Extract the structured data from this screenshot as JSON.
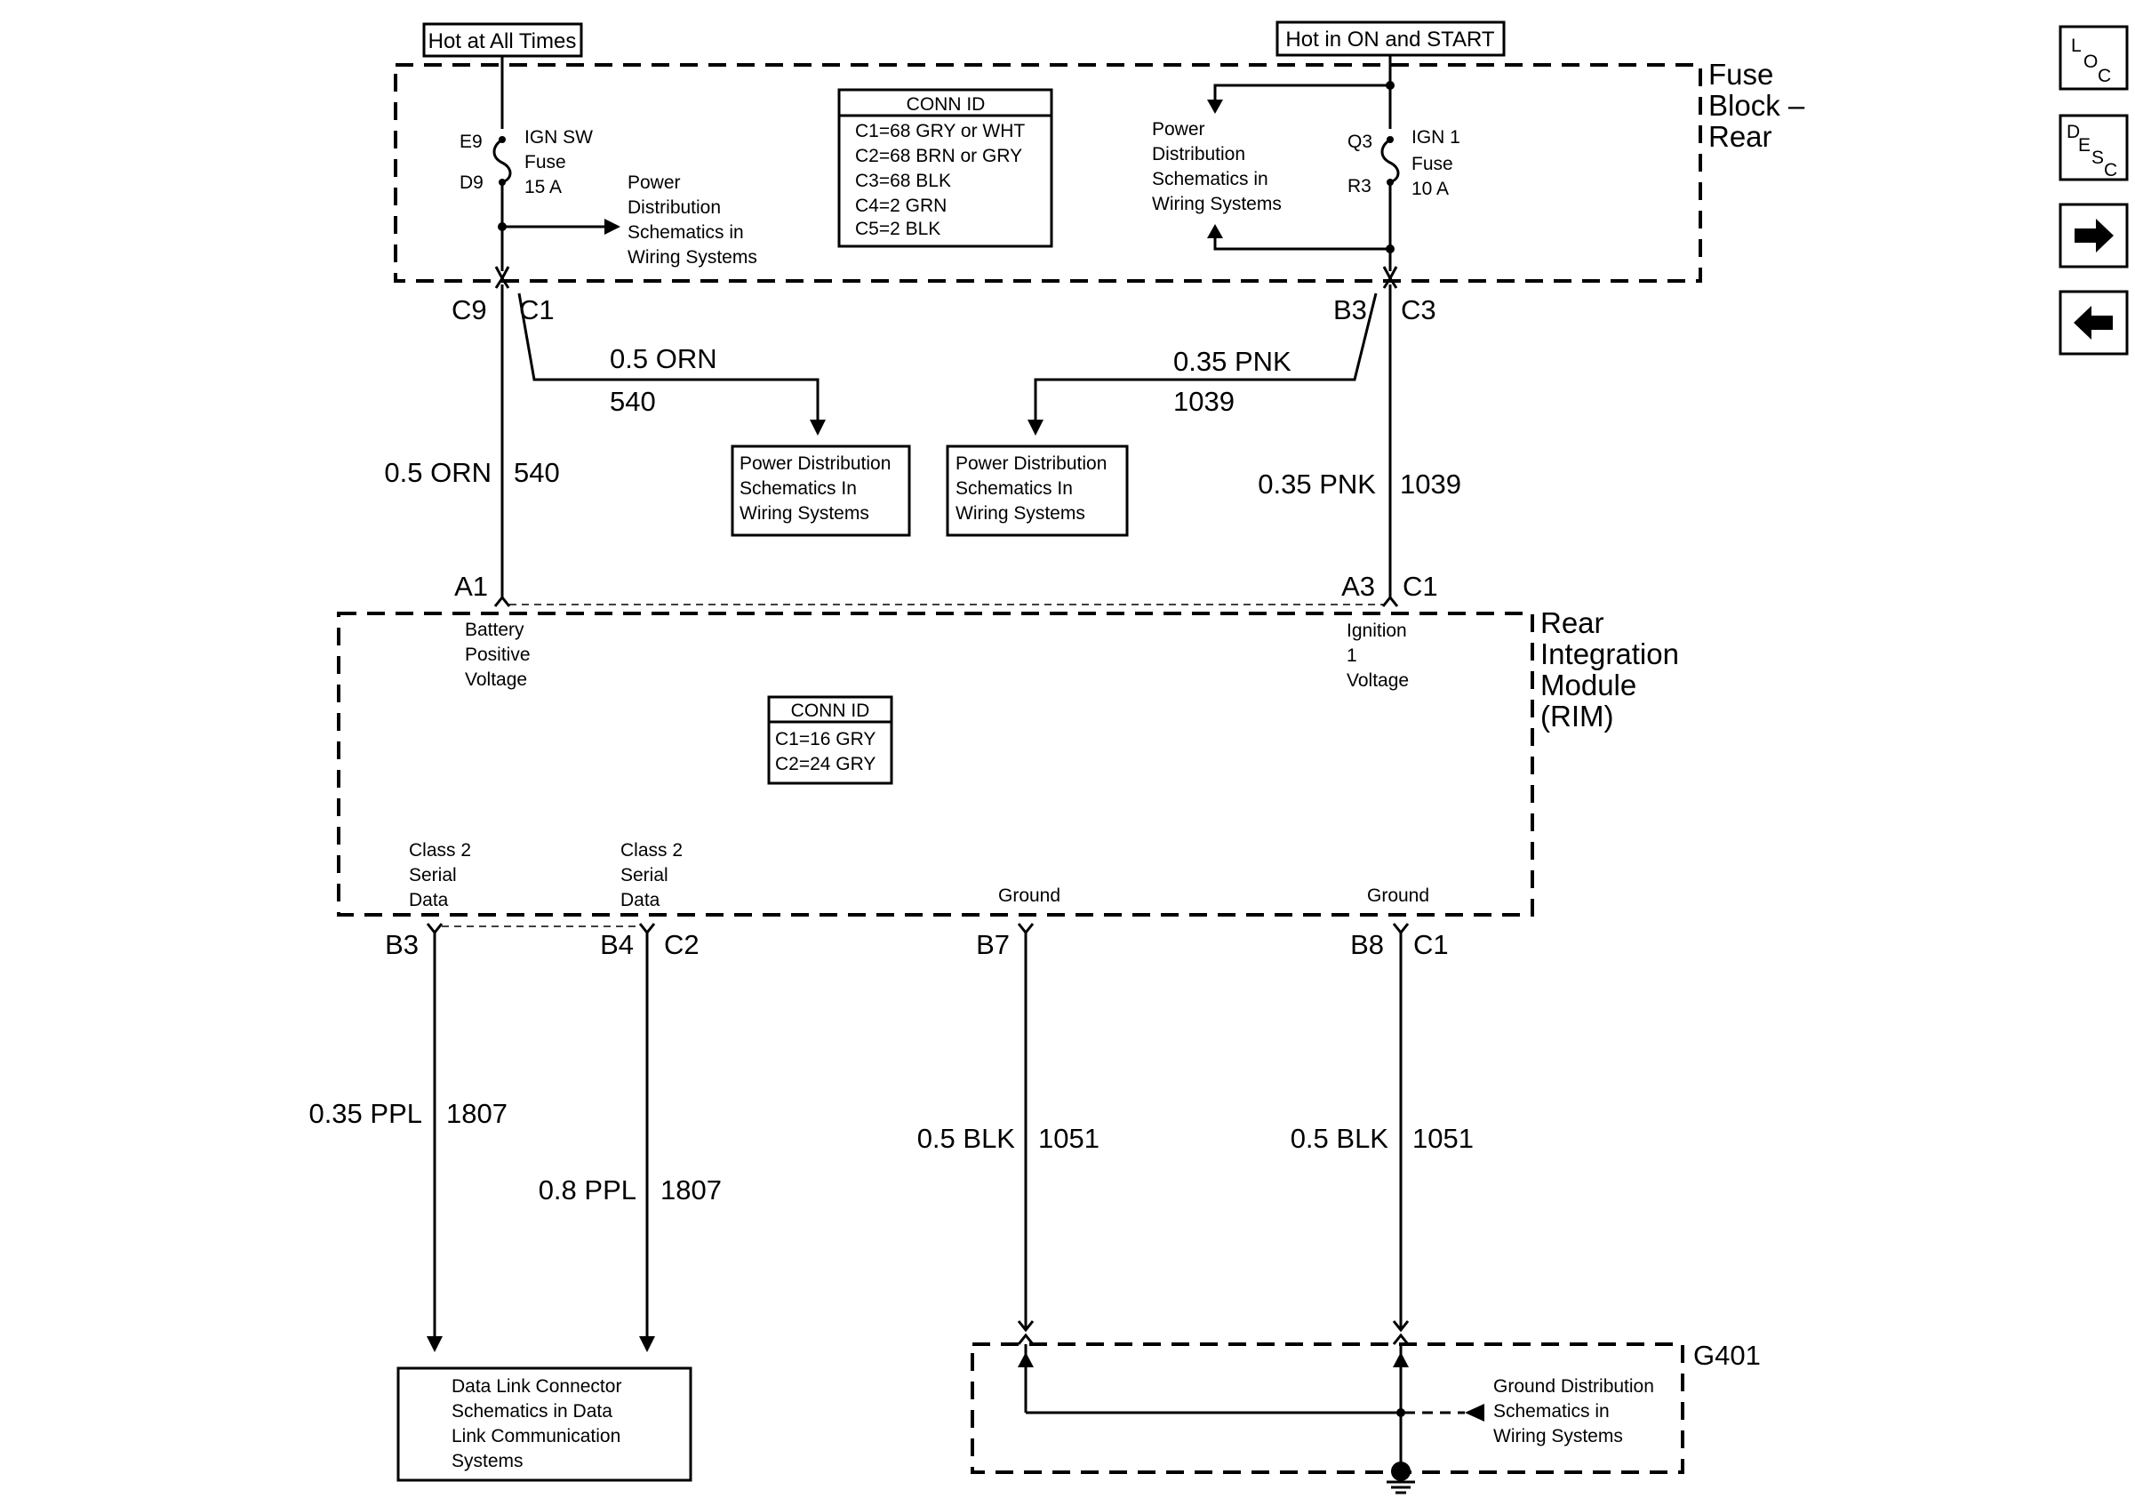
{
  "sources": {
    "hot_at_all_times": "Hot at All Times",
    "hot_in_on_start": "Hot in ON and START"
  },
  "fuse_block": {
    "name_line1": "Fuse",
    "name_line2": "Block –",
    "name_line3": "Rear",
    "fuse_left": {
      "pin_top": "E9",
      "pin_bottom": "D9",
      "name_line1": "IGN SW",
      "name_line2": "Fuse",
      "name_line3": "15 A"
    },
    "fuse_right": {
      "pin_top": "Q3",
      "pin_bottom": "R3",
      "name_line1": "IGN 1",
      "name_line2": "Fuse",
      "name_line3": "10 A"
    },
    "branch_left_ref": [
      "Power",
      "Distribution",
      "Schematics in",
      "Wiring Systems"
    ],
    "branch_right_ref": [
      "Power",
      "Distribution",
      "Schematics in",
      "Wiring Systems"
    ],
    "conn_id": {
      "title": "CONN ID",
      "rows": [
        "C1=68 GRY or WHT",
        "C2=68 BRN or GRY",
        "C3=68 BLK",
        "C4=2 GRN",
        "C5=2 BLK"
      ]
    },
    "connectors": {
      "left_pin": "C9",
      "left_conn": "C1",
      "right_pin": "B3",
      "right_conn": "C3"
    }
  },
  "wires_top": {
    "left_branch": {
      "color": "0.5 ORN",
      "circuit": "540"
    },
    "right_branch": {
      "color": "0.35 PNK",
      "circuit": "1039"
    },
    "left_main": {
      "color": "0.5 ORN",
      "circuit": "540"
    },
    "right_main": {
      "color": "0.35 PNK",
      "circuit": "1039"
    }
  },
  "ref_boxes": {
    "pd_left": [
      "Power Distribution",
      "Schematics In",
      "Wiring Systems"
    ],
    "pd_right": [
      "Power Distribution",
      "Schematics In",
      "Wiring Systems"
    ]
  },
  "rim": {
    "name_line1": "Rear",
    "name_line2": "Integration",
    "name_line3": "Module",
    "name_line4": "(RIM)",
    "top_left_pin": "A1",
    "top_right_pin": "A3",
    "top_right_conn": "C1",
    "battery_label": [
      "Battery",
      "Positive",
      "Voltage"
    ],
    "ignition_label": [
      "Ignition",
      "1",
      "Voltage"
    ],
    "conn_id": {
      "title": "CONN ID",
      "rows": [
        "C1=16 GRY",
        "C2=24 GRY"
      ]
    },
    "class2_a": [
      "Class 2",
      "Serial",
      "Data"
    ],
    "class2_b": [
      "Class 2",
      "Serial",
      "Data"
    ],
    "ground_a": "Ground",
    "ground_b": "Ground",
    "bottom_pins": {
      "b3": "B3",
      "b4": "B4",
      "c2": "C2",
      "b7": "B7",
      "b8": "B8",
      "c1": "C1"
    }
  },
  "wires_bottom": {
    "ppl_a": {
      "color": "0.35 PPL",
      "circuit": "1807"
    },
    "ppl_b": {
      "color": "0.8 PPL",
      "circuit": "1807"
    },
    "blk_a": {
      "color": "0.5 BLK",
      "circuit": "1051"
    },
    "blk_b": {
      "color": "0.5 BLK",
      "circuit": "1051"
    }
  },
  "dlc_box": [
    "Data Link Connector",
    "Schematics in Data",
    "Link Communication",
    "Systems"
  ],
  "ground": {
    "name": "G401",
    "ref": [
      "Ground Distribution",
      "Schematics in",
      "Wiring Systems"
    ]
  },
  "nav": {
    "loc": {
      "l": "L",
      "o": "O",
      "c": "C"
    },
    "desc": {
      "d": "D",
      "e": "E",
      "s": "S",
      "c": "C"
    }
  }
}
